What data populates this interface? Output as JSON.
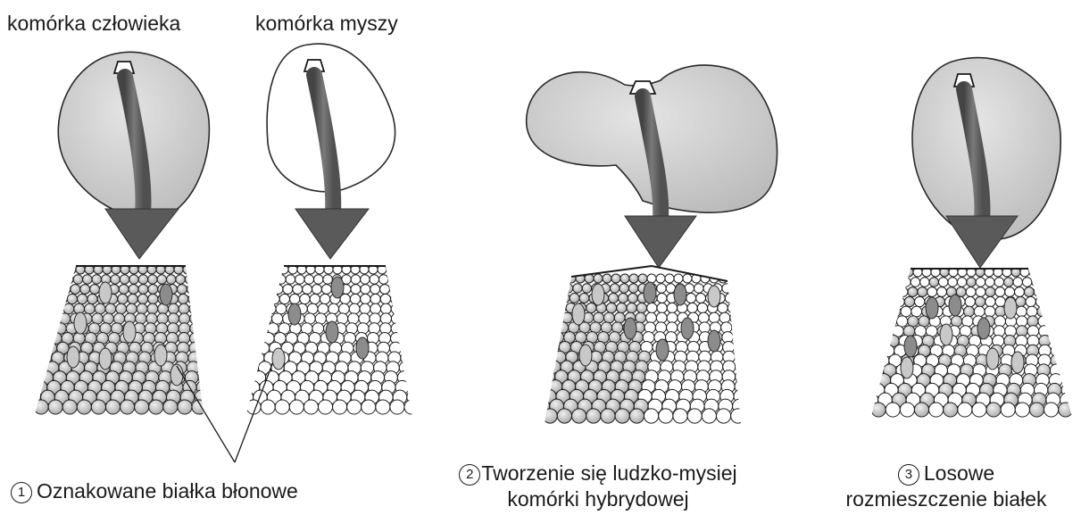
{
  "labels": {
    "human_cell": "komórka człowieka",
    "mouse_cell": "komórka myszy"
  },
  "steps": [
    {
      "number": "1",
      "lines": [
        "Oznakowane białka błonowe"
      ]
    },
    {
      "number": "2",
      "lines": [
        "Tworzenie się ludzko-mysiej",
        "komórki hybrydowej"
      ]
    },
    {
      "number": "3",
      "lines": [
        "Losowe",
        "rozmieszczenie białek"
      ]
    }
  ],
  "colors": {
    "cell_gray": "#c4c4c4",
    "cell_white": "#ffffff",
    "arrow": "#595959",
    "protein_dark": "#8c8c8c",
    "protein_light": "#c8c8c8"
  }
}
